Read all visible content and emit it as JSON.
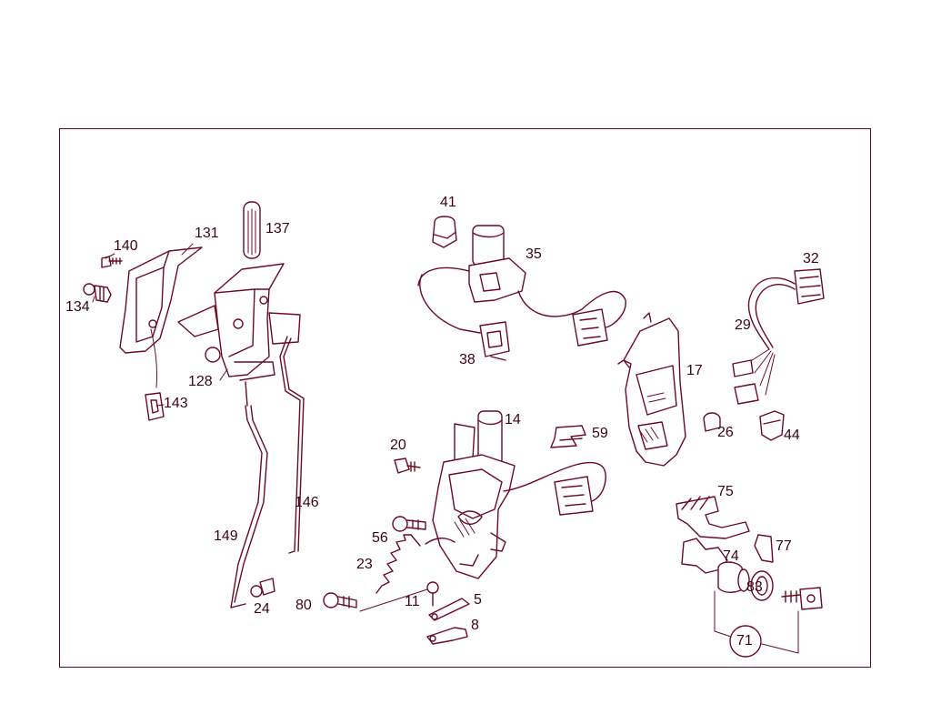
{
  "diagram": {
    "callouts": [
      {
        "id": "c131",
        "text": "131"
      },
      {
        "id": "c137",
        "text": "137"
      },
      {
        "id": "c140",
        "text": "140"
      },
      {
        "id": "c134",
        "text": "134"
      },
      {
        "id": "c128",
        "text": "128"
      },
      {
        "id": "c143",
        "text": "143"
      },
      {
        "id": "c146",
        "text": "146"
      },
      {
        "id": "c149",
        "text": "149"
      },
      {
        "id": "c24",
        "text": "24"
      },
      {
        "id": "c41",
        "text": "41"
      },
      {
        "id": "c35",
        "text": "35"
      },
      {
        "id": "c38",
        "text": "38"
      },
      {
        "id": "c14",
        "text": "14"
      },
      {
        "id": "c59",
        "text": "59"
      },
      {
        "id": "c20",
        "text": "20"
      },
      {
        "id": "c56",
        "text": "56"
      },
      {
        "id": "c23",
        "text": "23"
      },
      {
        "id": "c80",
        "text": "80"
      },
      {
        "id": "c11",
        "text": "11"
      },
      {
        "id": "c5",
        "text": "5"
      },
      {
        "id": "c8",
        "text": "8"
      },
      {
        "id": "c17",
        "text": "17"
      },
      {
        "id": "c32",
        "text": "32"
      },
      {
        "id": "c29",
        "text": "29"
      },
      {
        "id": "c26",
        "text": "26"
      },
      {
        "id": "c44",
        "text": "44"
      },
      {
        "id": "c75",
        "text": "75"
      },
      {
        "id": "c77",
        "text": "77"
      },
      {
        "id": "c74",
        "text": "74"
      },
      {
        "id": "c83",
        "text": "83"
      },
      {
        "id": "c71",
        "text": "71"
      }
    ]
  },
  "colors": {
    "line": "#6b0b22",
    "text": "#3a0612",
    "frame": "#5a0a1e",
    "background": "#ffffff"
  }
}
